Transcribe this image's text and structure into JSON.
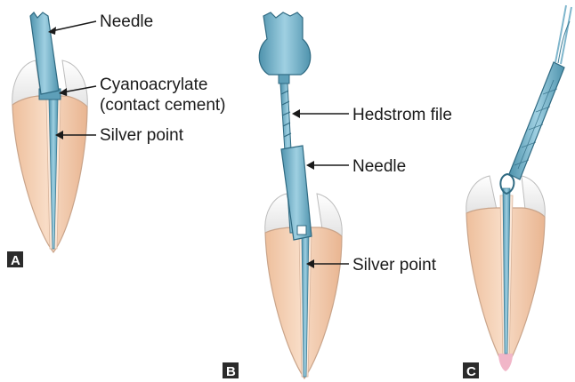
{
  "labels": {
    "needle_a": "Needle",
    "cyano_1": "Cyanoacrylate",
    "cyano_2": "(contact cement)",
    "silver_a": "Silver point",
    "hedstrom": "Hedstrom file",
    "needle_b": "Needle",
    "silver_b": "Silver point"
  },
  "panels": {
    "a": "A",
    "b": "B",
    "c": "C"
  },
  "colors": {
    "tooth_fill": "#f5d3b8",
    "tooth_stroke": "#c9a48a",
    "enamel": "#ffffff",
    "instrument": "#7fb6cc",
    "instrument_dark": "#3d7d96",
    "apex_pink": "#f1b6c8"
  }
}
